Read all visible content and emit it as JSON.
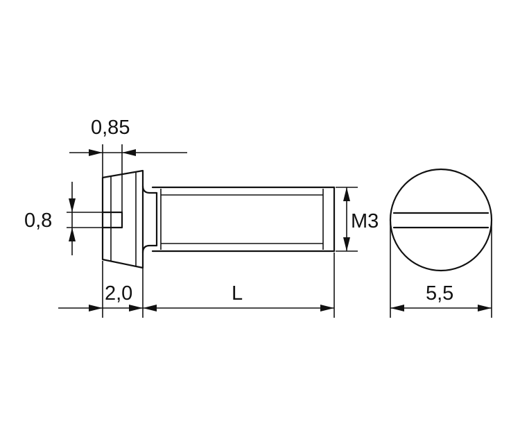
{
  "labels": {
    "slot_width": "0,85",
    "slot_depth": "0,8",
    "head_height": "2,0",
    "length": "L",
    "thread": "M3",
    "head_diameter": "5,5"
  }
}
